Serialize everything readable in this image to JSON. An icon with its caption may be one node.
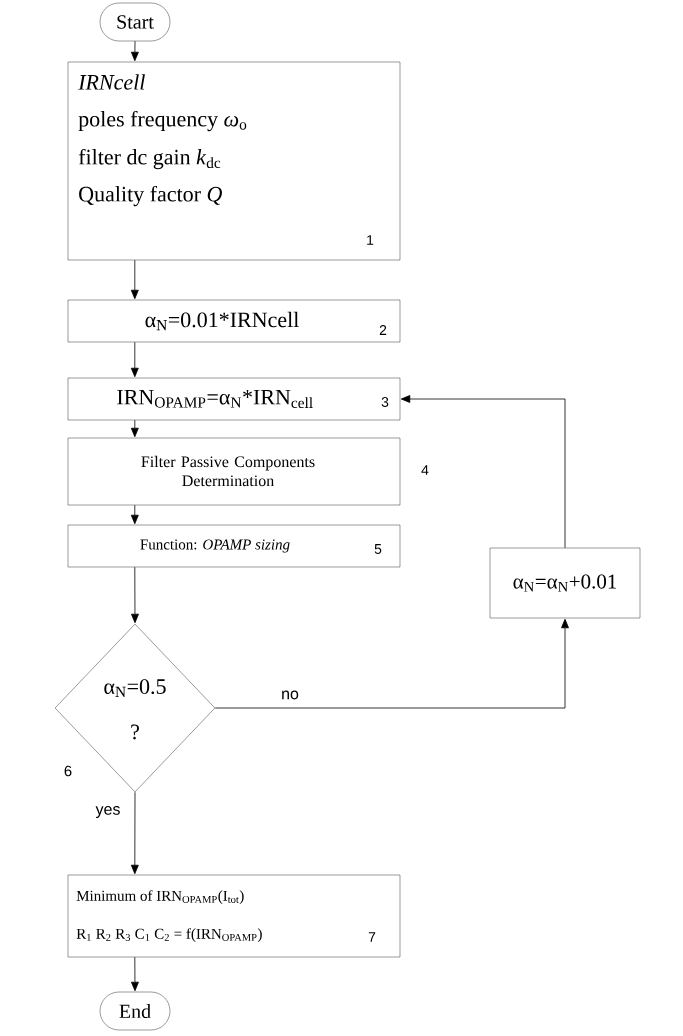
{
  "diagram": {
    "nodes": [
      {
        "text": [
          "Start"
        ]
      },
      {
        "text": [
          "IRNcell",
          "poles frequency *ω*$_{o}$",
          "filter dc gain *k*$_{dc}$",
          "Quality factor *Q*",
          "1"
        ]
      },
      {
        "text": [
          "α$_{N}$=0.01*IRNcell",
          "2"
        ]
      },
      {
        "text": [
          "IRN$_{OPAMP}$=α$_{N}$*IRN$_{cell}$",
          "3"
        ]
      },
      {
        "text": [
          "Filter Passive Components Determination"
        ],
        "beside": [
          "4"
        ]
      },
      {
        "text": [
          "Function: *OPAMP sizing*",
          "5"
        ]
      },
      {
        "text": [
          "α$_{N}$=α$_{N}$+0.01"
        ]
      },
      {
        "text": [
          "α$_{N}$=0.5",
          "?"
        ],
        "beside": [
          "6"
        ]
      },
      {
        "text": [
          "Minimum of IRN$_{OPAMP}$(I$_{tot}$)",
          "R$_{1}$ R$_{2}$ R$_{3}$ C$_{1}$ C$_{2}$ = f(IRN$_{OPAMP}$)",
          "7"
        ]
      },
      {
        "text": [
          "End"
        ]
      }
    ],
    "edges": [
      {
        "from": 0,
        "to": 1,
        "arrow": "to"
      },
      {
        "from": 1,
        "to": 2,
        "arrow": "to"
      },
      {
        "from": 2,
        "to": 3,
        "arrow": "to"
      },
      {
        "from": 3,
        "to": 4,
        "arrow": "to"
      },
      {
        "from": 4,
        "to": 5,
        "arrow": "to"
      },
      {
        "from": 5,
        "to": 7,
        "arrow": "to"
      },
      {
        "from": 7,
        "to": 6,
        "arrow": "to",
        "label": "no"
      },
      {
        "from": 6,
        "to": 3,
        "arrow": "to"
      },
      {
        "from": 7,
        "to": 8,
        "arrow": "to",
        "label": "yes"
      },
      {
        "from": 8,
        "to": 9,
        "arrow": "to"
      }
    ]
  }
}
